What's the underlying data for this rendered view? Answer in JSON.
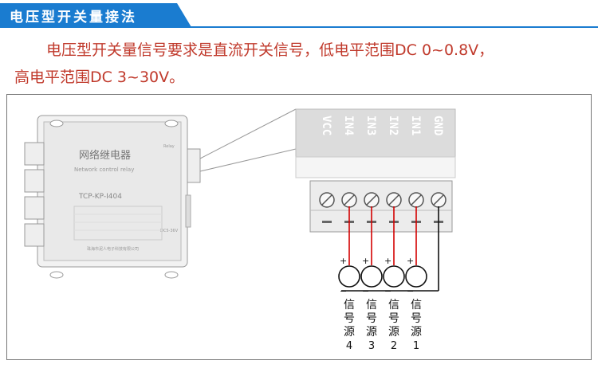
{
  "header": {
    "title": "电压型开关量接法"
  },
  "description": {
    "line1": "电压型开关量信号要求是直流开关信号，低电平范围DC 0~0.8V，",
    "line2": "高电平范围DC 3~30V。"
  },
  "device": {
    "name_cn": "网络继电器",
    "name_en": "Network control relay",
    "model": "TCP-KP-I404",
    "label_relay": "Relay",
    "label_power": "DC5-36V",
    "company": "珠海市泥人电子科技有限公司"
  },
  "terminals": [
    "VCC",
    "IN4",
    "IN3",
    "IN2",
    "IN1",
    "GND"
  ],
  "plus_sign": "+",
  "minus_sign": "−",
  "signal_sources": [
    {
      "text": "信号源",
      "number": "4"
    },
    {
      "text": "信号源",
      "number": "3"
    },
    {
      "text": "信号源",
      "number": "2"
    },
    {
      "text": "信号源",
      "number": "1"
    }
  ],
  "colors": {
    "banner": "#1a7cd0",
    "text": "#c0392b",
    "wire_red": "#d40000",
    "wire_black": "#111111"
  }
}
